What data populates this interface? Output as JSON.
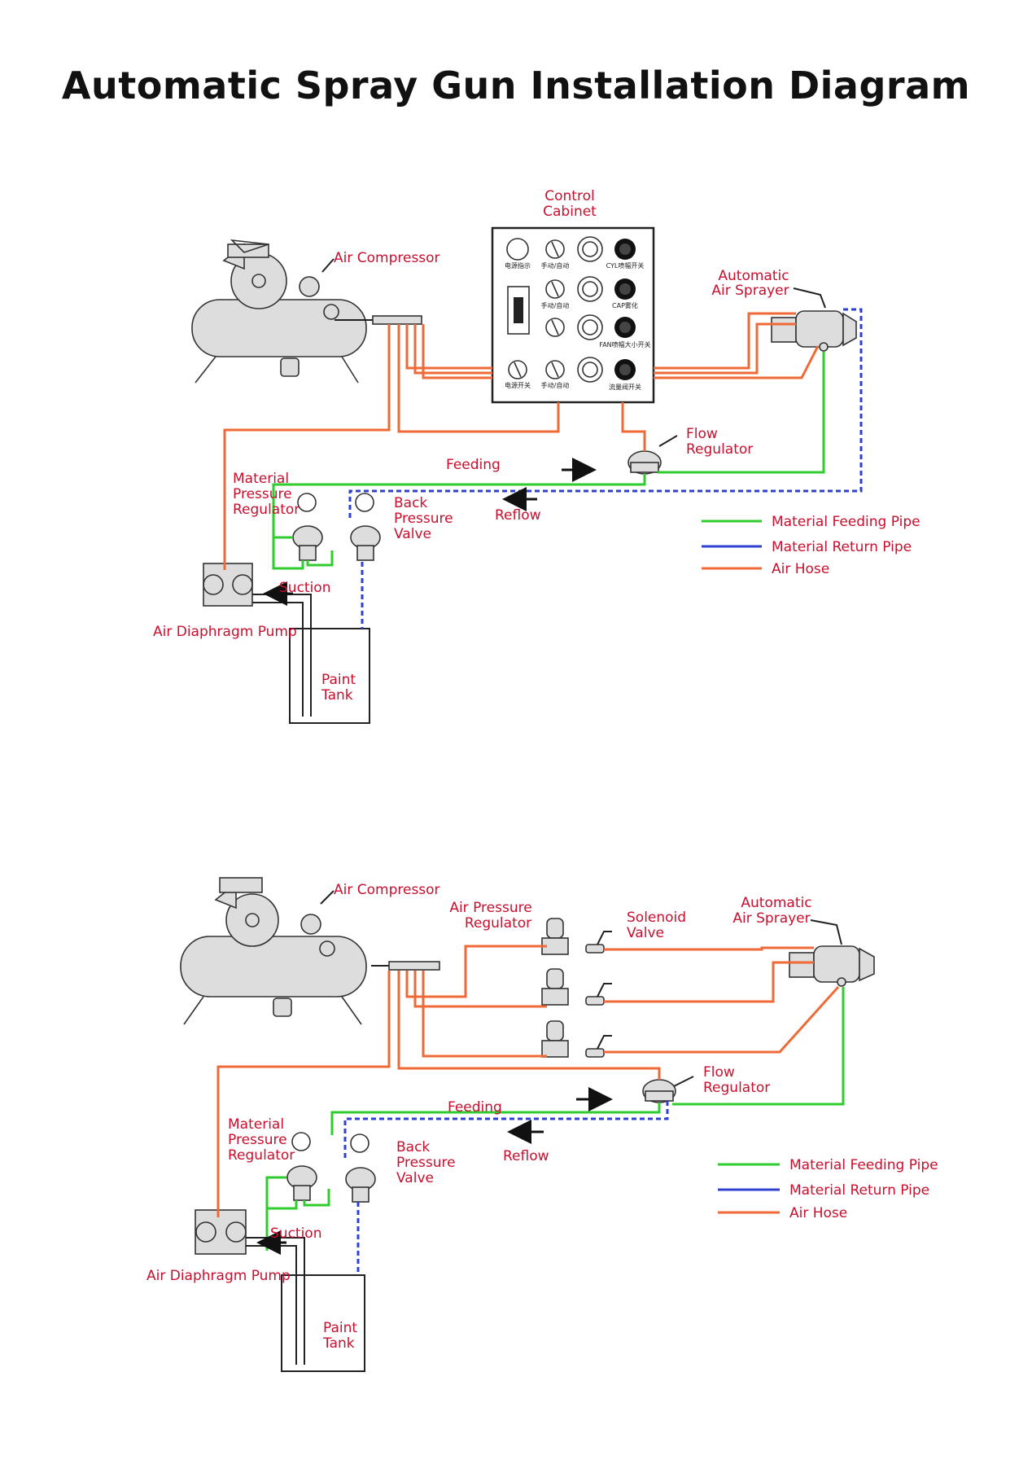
{
  "title": "Automatic Spray Gun Installation Diagram",
  "colors": {
    "label_red": "#c8102e",
    "air_hose": "#ef6a36",
    "material_feeding": "#2ecc2e",
    "material_return": "#2f3fd0"
  },
  "diagram1": {
    "air_compressor": "Air Compressor",
    "control_cabinet": [
      "Control",
      "Cabinet"
    ],
    "automatic_air_sprayer": [
      "Automatic",
      "Air Sprayer"
    ],
    "flow_regulator": [
      "Flow",
      "Regulator"
    ],
    "feeding": "Feeding",
    "reflow": "Reflow",
    "material_pressure_regulator": [
      "Material",
      "Pressure",
      "Regulator"
    ],
    "back_pressure_valve": [
      "Back",
      "Pressure",
      "Valve"
    ],
    "suction": "Suction",
    "air_diaphragm_pump": "Air Diaphragm Pump",
    "paint_tank": [
      "Paint",
      "Tank"
    ],
    "cabinet_labels": [
      "电源指示",
      "手动/自动",
      "CYL喷幅开关",
      "手动/自动",
      "CAP雾化",
      "FAN喷幅大小开关",
      "电源开关",
      "手动/自动",
      "流量阀开关"
    ],
    "legend": [
      {
        "label": "Material Feeding Pipe",
        "color": "#2ecc2e"
      },
      {
        "label": "Material Return Pipe",
        "color": "#2f3fd0"
      },
      {
        "label": "Air Hose",
        "color": "#ef6a36"
      }
    ]
  },
  "diagram2": {
    "air_compressor": "Air Compressor",
    "air_pressure_regulator": [
      "Air Pressure",
      "Regulator"
    ],
    "solenoid_valve": [
      "Solenoid",
      "Valve"
    ],
    "automatic_air_sprayer": [
      "Automatic",
      "Air Sprayer"
    ],
    "flow_regulator": [
      "Flow",
      "Regulator"
    ],
    "feeding": "Feeding",
    "reflow": "Reflow",
    "material_pressure_regulator": [
      "Material",
      "Pressure",
      "Regulator"
    ],
    "back_pressure_valve": [
      "Back",
      "Pressure",
      "Valve"
    ],
    "suction": "Suction",
    "air_diaphragm_pump": "Air Diaphragm Pump",
    "paint_tank": [
      "Paint",
      "Tank"
    ],
    "legend": [
      {
        "label": "Material Feeding Pipe",
        "color": "#2ecc2e"
      },
      {
        "label": "Material Return Pipe",
        "color": "#2f3fd0"
      },
      {
        "label": "Air Hose",
        "color": "#ef6a36"
      }
    ]
  }
}
